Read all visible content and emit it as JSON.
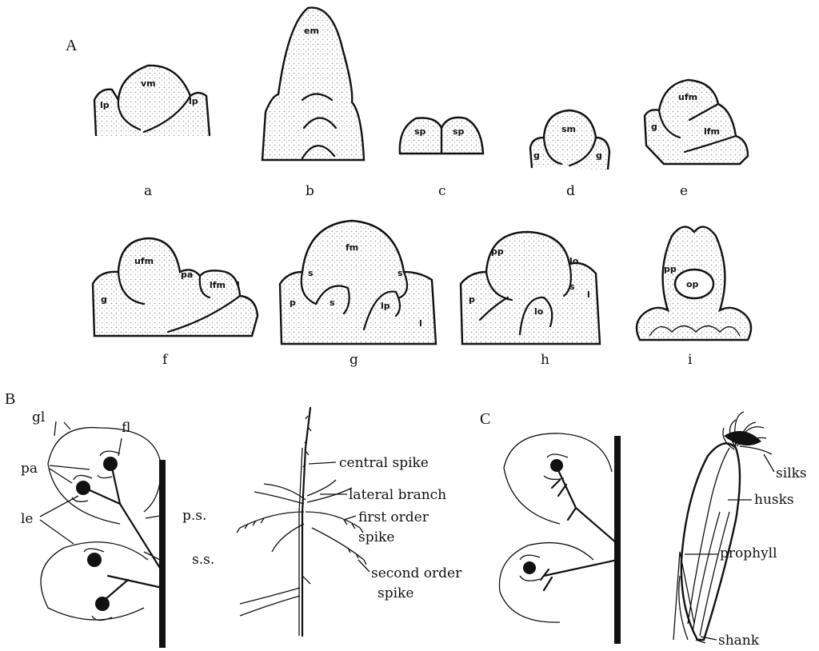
{
  "panels": {
    "A": "A",
    "B": "B",
    "C": "C"
  },
  "stages": [
    {
      "letter": "a",
      "labels": [
        "vm",
        "lp",
        "lp"
      ]
    },
    {
      "letter": "b",
      "labels": [
        "em"
      ]
    },
    {
      "letter": "c",
      "labels": [
        "sp",
        "sp"
      ]
    },
    {
      "letter": "d",
      "labels": [
        "sm",
        "g",
        "g"
      ]
    },
    {
      "letter": "e",
      "labels": [
        "ufm",
        "lfm",
        "g"
      ]
    },
    {
      "letter": "f",
      "labels": [
        "ufm",
        "lfm",
        "pa",
        "g",
        "l"
      ]
    },
    {
      "letter": "g",
      "labels": [
        "fm",
        "s",
        "s",
        "s",
        "p",
        "lp",
        "l"
      ]
    },
    {
      "letter": "h",
      "labels": [
        "pp",
        "lo",
        "lo",
        "s",
        "p",
        "l"
      ]
    },
    {
      "letter": "i",
      "labels": [
        "pp",
        "op"
      ]
    }
  ],
  "panelB": {
    "diagram_labels": {
      "gl": "gl",
      "fl": "fl",
      "pa": "pa",
      "le": "le",
      "ps": "p.s.",
      "ss": "s.s."
    },
    "tassel_labels": {
      "central": "central spike",
      "lateral": "lateral branch",
      "first1": "first order",
      "first2": "spike",
      "second1": "second order",
      "second2": "spike"
    }
  },
  "panelC": {
    "ear_labels": {
      "silks": "silks",
      "husks": "husks",
      "prophyll": "prophyll",
      "shank": "shank"
    }
  }
}
